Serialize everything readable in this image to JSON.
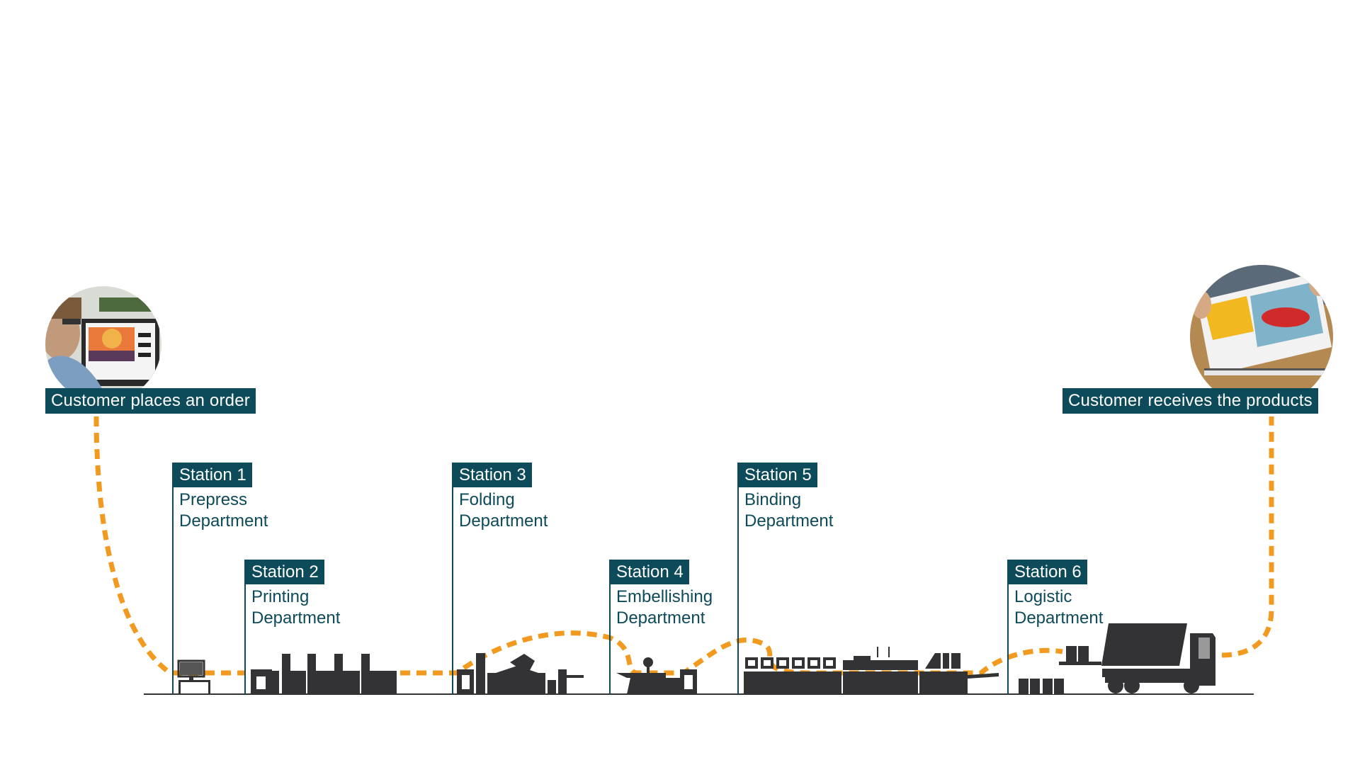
{
  "colors": {
    "accent_path": "#f29a1f",
    "label_bg": "#0d4a5a",
    "label_text": "#ffffff",
    "machine": "#333336",
    "ground_line": "#333336"
  },
  "start": {
    "label": "Customer places an order",
    "photo_icon": "customer-at-computer-photo"
  },
  "end": {
    "label": "Customer receives the products",
    "photo_icon": "calendar-products-photo"
  },
  "stations": [
    {
      "badge": "Station 1",
      "dept_line1": "Prepress",
      "dept_line2": "Department",
      "icon": "computer-desk-icon"
    },
    {
      "badge": "Station 2",
      "dept_line1": "Printing",
      "dept_line2": "Department",
      "icon": "printing-press-icon"
    },
    {
      "badge": "Station 3",
      "dept_line1": "Folding",
      "dept_line2": "Department",
      "icon": "folding-machine-icon"
    },
    {
      "badge": "Station 4",
      "dept_line1": "Embellishing",
      "dept_line2": "Department",
      "icon": "embellishing-machine-icon"
    },
    {
      "badge": "Station 5",
      "dept_line1": "Binding",
      "dept_line2": "Department",
      "icon": "binding-line-icon"
    },
    {
      "badge": "Station 6",
      "dept_line1": "Logistic",
      "dept_line2": "Department",
      "icon": "delivery-truck-icon"
    }
  ]
}
